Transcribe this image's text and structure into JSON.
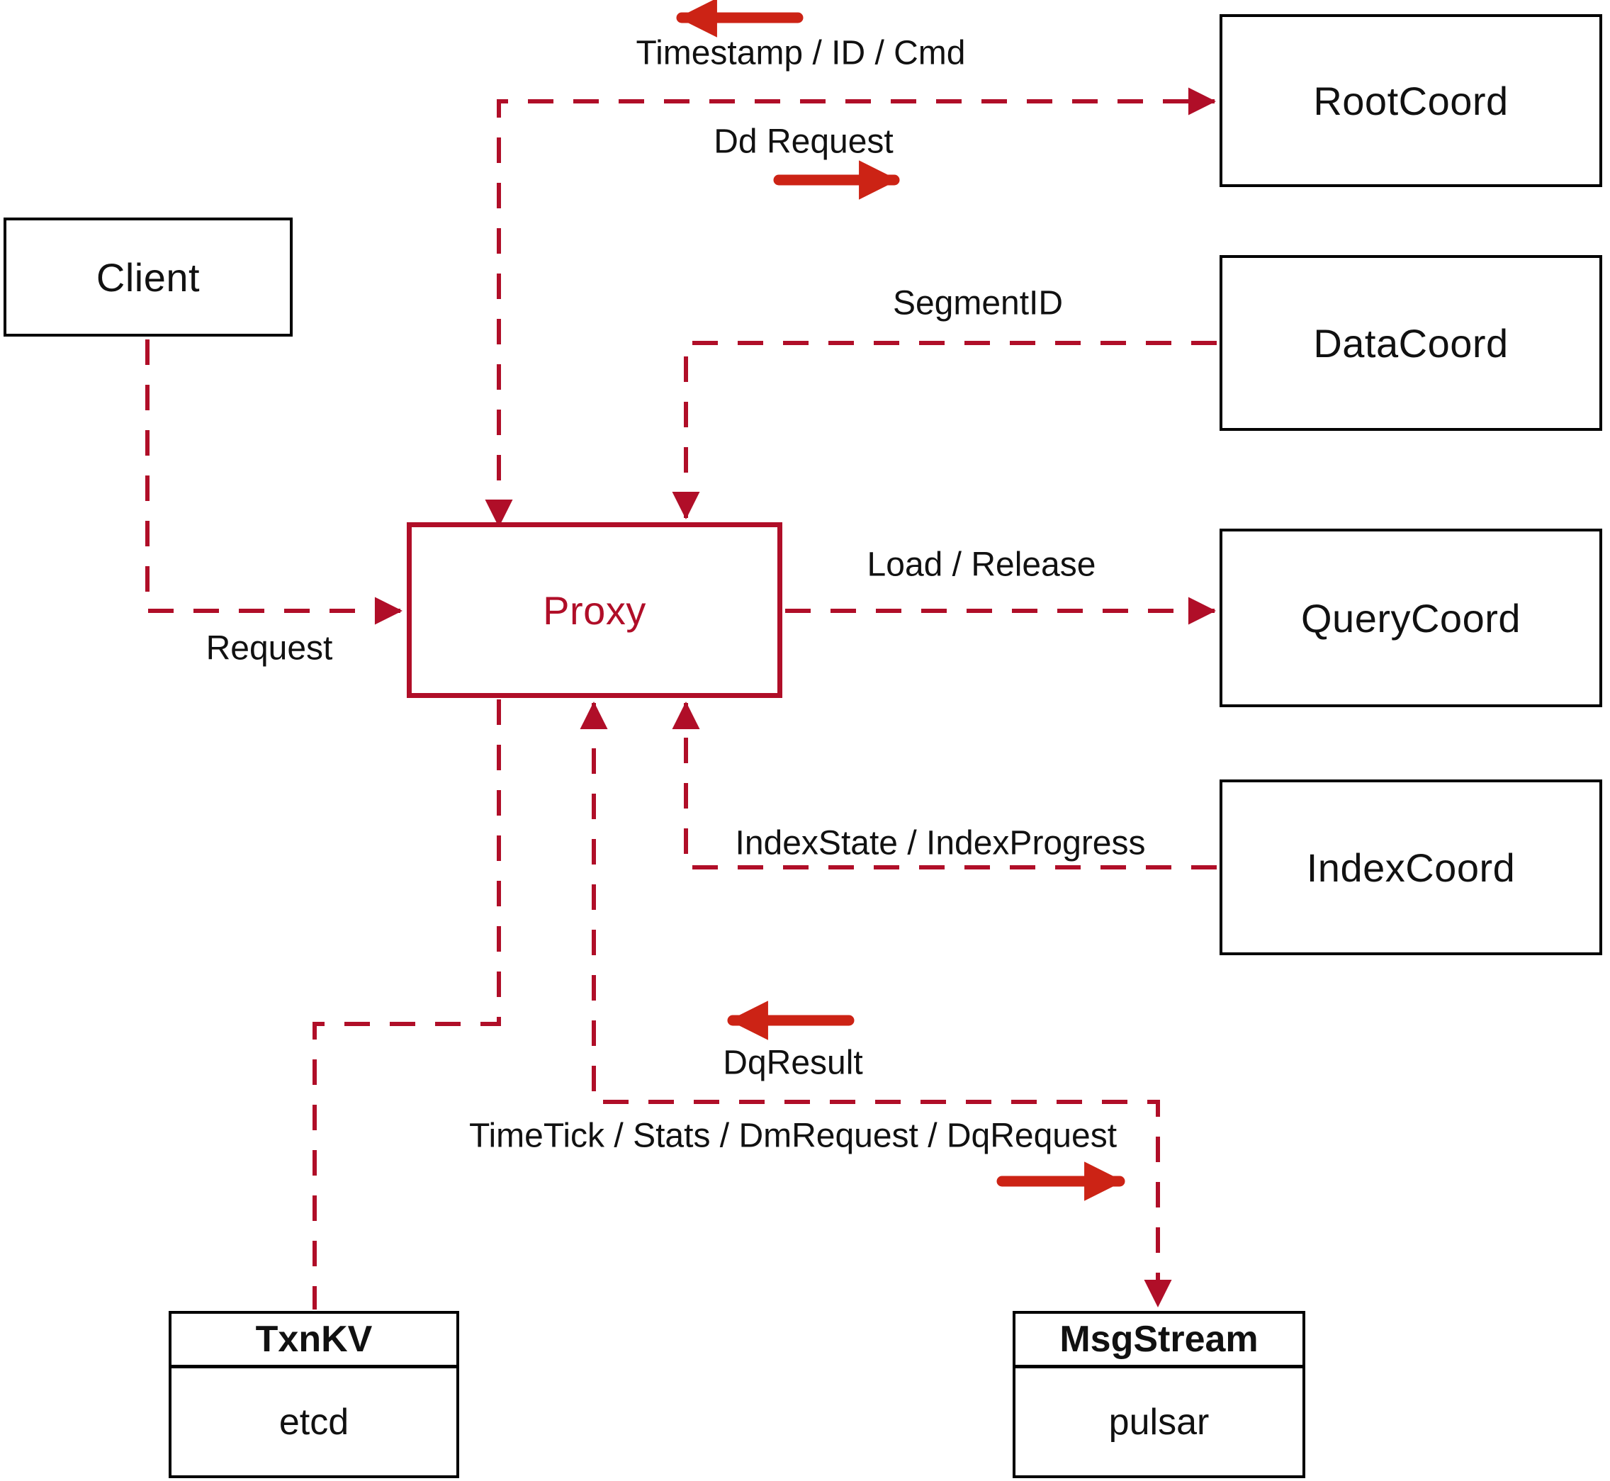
{
  "diagram": {
    "title_hint": "Proxy interaction diagram",
    "nodes": {
      "client": {
        "label": "Client"
      },
      "rootcoord": {
        "label": "RootCoord"
      },
      "datacoord": {
        "label": "DataCoord"
      },
      "querycoord": {
        "label": "QueryCoord"
      },
      "indexcoord": {
        "label": "IndexCoord"
      },
      "proxy": {
        "label": "Proxy"
      },
      "txnkv": {
        "title": "TxnKV",
        "subtitle": "etcd"
      },
      "msgstream": {
        "title": "MsgStream",
        "subtitle": "pulsar"
      }
    },
    "edge_labels": {
      "request": "Request",
      "timestamp_id_cmd": "Timestamp / ID / Cmd",
      "dd_request": "Dd Request",
      "segment_id": "SegmentID",
      "load_release": "Load / Release",
      "index_state_progress": "IndexState / IndexProgress",
      "dq_result": "DqResult",
      "timetick_stats": "TimeTick / Stats / DmRequest / DqRequest"
    },
    "colors": {
      "dashed_line": "#b00e28",
      "solid_arrow": "#cc2315",
      "box_border": "#000000",
      "background": "#ffffff"
    }
  }
}
